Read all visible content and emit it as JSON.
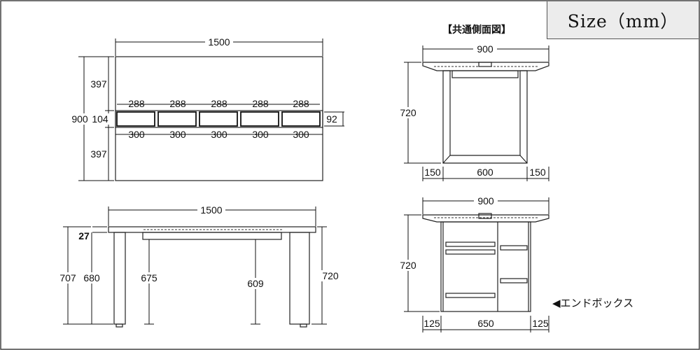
{
  "size_label": "Size（mm）",
  "side_view_title": "【共通側面図】",
  "end_box_label": "◀エンドボックス",
  "top_view": {
    "width": "1500",
    "depth": "900",
    "top_margin": "397",
    "center_band": "104",
    "bottom_margin": "397",
    "inner_units": [
      "288",
      "288",
      "288",
      "288",
      "288"
    ],
    "outer_units": [
      "300",
      "300",
      "300",
      "300",
      "300"
    ],
    "right_offset": "92"
  },
  "front_view": {
    "width": "1500",
    "top_thickness": "27",
    "leg_height_a": "707",
    "leg_height_b": "680",
    "apron_clearance_a": "675",
    "apron_clearance_b": "609",
    "total_height": "720"
  },
  "side_view": {
    "depth": "900",
    "height": "720",
    "bottom_left": "150",
    "bottom_center": "600",
    "bottom_right": "150"
  },
  "end_box_view": {
    "depth": "900",
    "height": "720",
    "bottom_left": "125",
    "bottom_center": "650",
    "bottom_right": "125"
  }
}
